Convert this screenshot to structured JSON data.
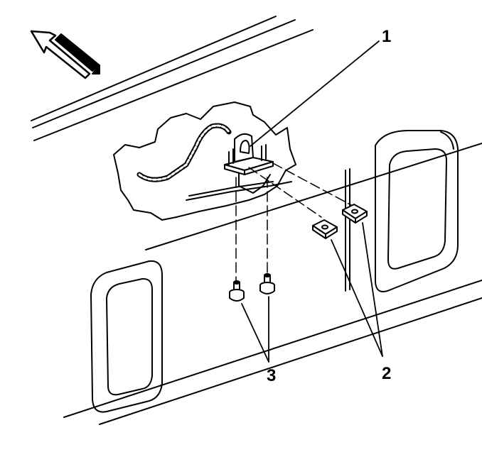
{
  "callouts": {
    "part_1": "1",
    "part_2": "2",
    "part_3": "3"
  },
  "colors": {
    "line": "#000000",
    "background": "#ffffff"
  },
  "icons": {
    "direction": "forward-arrow-icon"
  }
}
